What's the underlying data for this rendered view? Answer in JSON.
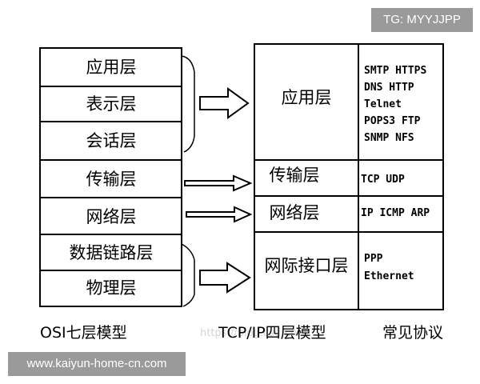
{
  "osi": {
    "caption": "OSI七层模型",
    "layers": [
      "应用层",
      "表示层",
      "会话层",
      "传输层",
      "网络层",
      "数据链路层",
      "物理层"
    ]
  },
  "tcpip": {
    "caption": "TCP/IP四层模型",
    "layers": [
      "应用层",
      "传输层",
      "网络层",
      "网际接口层"
    ]
  },
  "protocols": {
    "caption": "常见协议",
    "application": [
      "SMTP HTTPS",
      "DNS HTTP",
      "Telnet",
      "POPS3 FTP",
      "SNMP NFS"
    ],
    "transport": [
      "TCP UDP"
    ],
    "network": [
      "IP ICMP ARP"
    ],
    "link": [
      "PPP",
      "Ethernet"
    ]
  },
  "watermarks": {
    "top": "TG: MYYJJPP",
    "bottom": "www.kaiyun-home-cn.com",
    "faint": "https://blog.csdn.net"
  }
}
